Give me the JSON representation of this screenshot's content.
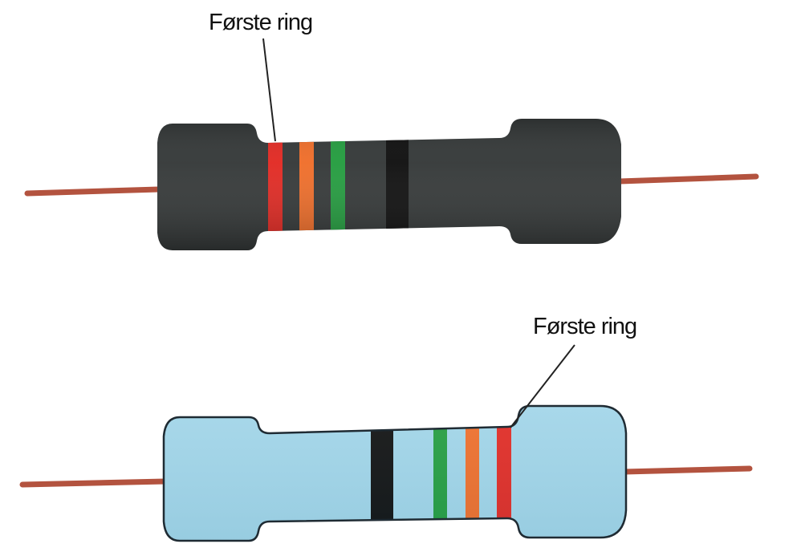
{
  "resistors": [
    {
      "id": "top",
      "body_color": "#2f3333",
      "lead_color": "#b3533f",
      "outline": false,
      "callout": {
        "label": "Første ring"
      },
      "bands": [
        {
          "name": "first-band",
          "color": "#e1241d"
        },
        {
          "name": "second-band",
          "color": "#ef6a24"
        },
        {
          "name": "third-band",
          "color": "#1e9a3a"
        },
        {
          "name": "tolerance-band",
          "color": "#090909"
        }
      ]
    },
    {
      "id": "bottom",
      "body_color": "#9fd4e8",
      "lead_color": "#b3533f",
      "outline": true,
      "callout": {
        "label": "Første ring"
      },
      "bands": [
        {
          "name": "tolerance-band",
          "color": "#090909"
        },
        {
          "name": "third-band",
          "color": "#1e9a3a"
        },
        {
          "name": "second-band",
          "color": "#ef6a24"
        },
        {
          "name": "first-band",
          "color": "#e1241d"
        }
      ]
    }
  ]
}
